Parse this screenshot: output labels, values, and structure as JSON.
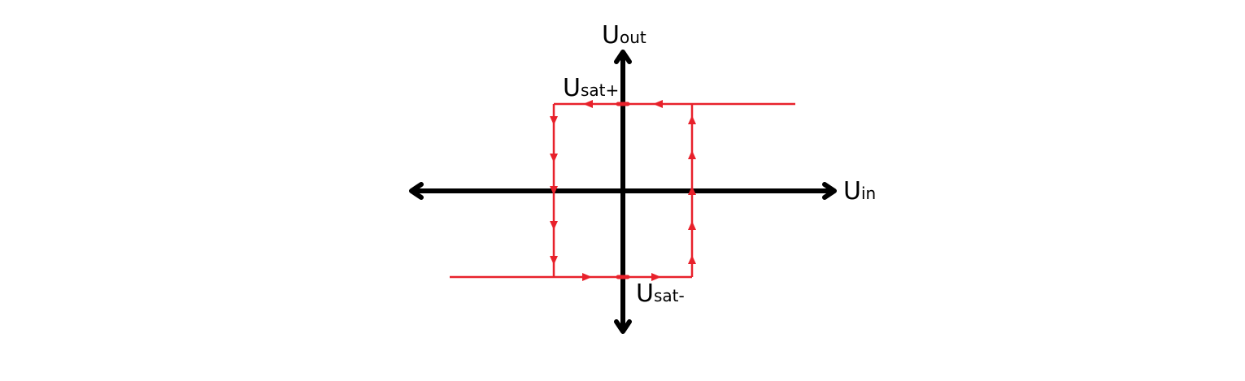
{
  "colors": {
    "axis": "#000000",
    "loop": "#e8212b"
  },
  "labels": {
    "y_axis": {
      "main": "U",
      "sub": "out"
    },
    "x_axis": {
      "main": "U",
      "sub": "in"
    },
    "sat_pos": {
      "main": "U",
      "sub": "sat+"
    },
    "sat_neg": {
      "main": "U",
      "sub": "sat-"
    }
  }
}
